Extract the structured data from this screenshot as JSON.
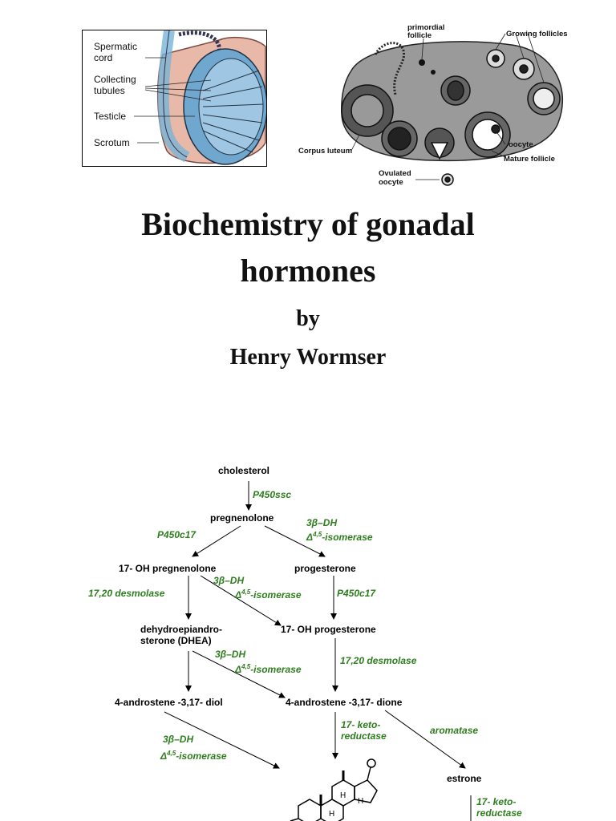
{
  "testis_figure": {
    "labels": [
      "Spermatic cord",
      "Collecting tubules",
      "Testicle",
      "Scrotum"
    ],
    "label_lines": {
      "spermatic_1": "Spermatic",
      "spermatic_2": "cord",
      "collecting_1": "Collecting",
      "collecting_2": "tubules",
      "testicle": "Testicle",
      "scrotum": "Scrotum"
    }
  },
  "ovary_figure": {
    "primordial_1": "primordial",
    "primordial_2": "follicle",
    "growing": "Growing follicles",
    "corpus_luteum": "Corpus luteum",
    "oocyte": "oocyte",
    "mature": "Mature follicle",
    "ovulated_1": "Ovulated",
    "ovulated_2": "oocyte"
  },
  "title": {
    "line1": "Biochemistry of gonadal",
    "line2": "hormones",
    "by": "by",
    "author": "Henry Wormser"
  },
  "pathway": {
    "compounds": {
      "cholesterol": "cholesterol",
      "pregnenolone": "pregnenolone",
      "oh_pregnenolone": "17- OH pregnenolone",
      "progesterone": "progesterone",
      "dhea_1": "dehydroepiandro-",
      "dhea_2": "sterone (DHEA)",
      "oh_progesterone": "17- OH progesterone",
      "androstenediol": "4-androstene -3,17- diol",
      "androstenedione": "4-androstene -3,17- dione",
      "estrone": "estrone"
    },
    "enzymes": {
      "p450ssc": "P450ssc",
      "p450c17_a": "P450c17",
      "p450c17_b": "P450c17",
      "hsd_a": "3β–DH",
      "iso_a": "-isomerase",
      "hsd_b": "3β–DH",
      "iso_b": "-isomerase",
      "hsd_c": "3β–DH",
      "iso_c": "-isomerase",
      "hsd_d": "3β–DH",
      "iso_d": "-isomerase",
      "desmolase_a": "17,20 desmolase",
      "desmolase_b": "17,20 desmolase",
      "keto_a_1": "17- keto-",
      "keto_a_2": "reductase",
      "aromatase": "aromatase",
      "keto_b_1": "17- keto-",
      "keto_b_2": "reductase",
      "delta_sup": "4,5",
      "delta": "Δ"
    },
    "colors": {
      "enzyme": "#2e7d1e",
      "compound": "#000000"
    }
  }
}
